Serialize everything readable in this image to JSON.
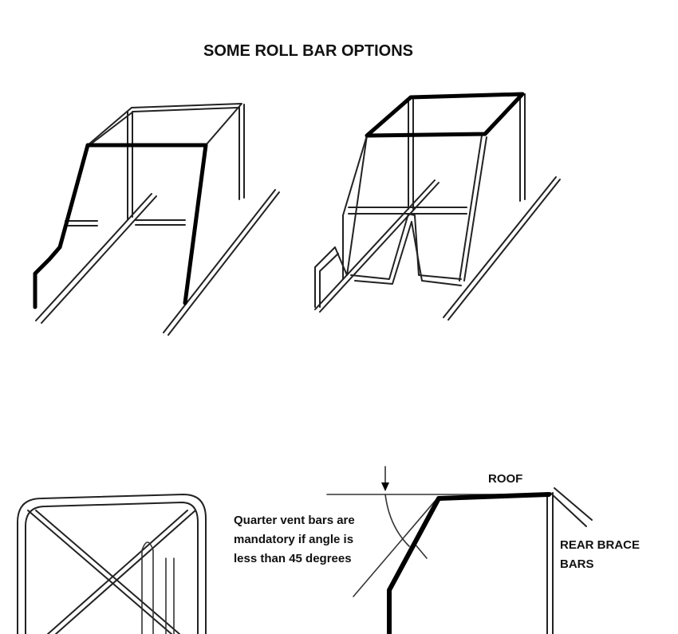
{
  "title": "SOME ROLL BAR OPTIONS",
  "labels": {
    "roof": "ROOF",
    "rear_brace": [
      "REAR BRACE",
      "BARS"
    ],
    "quarter_vent": [
      "Quarter vent bars are",
      "mandatory if angle is",
      "less than 45 degrees"
    ]
  },
  "colors": {
    "ink": "#000000",
    "background": "#ffffff"
  }
}
